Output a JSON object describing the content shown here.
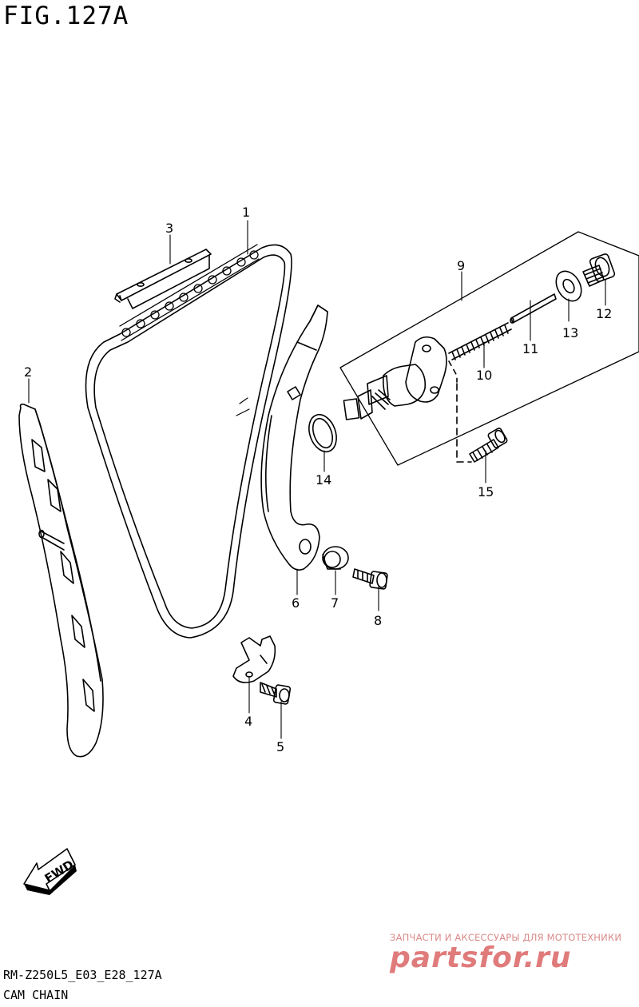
{
  "figure": {
    "title": "FIG.127A"
  },
  "footer": {
    "code": "RM-Z250L5_E03_E28_127A",
    "name": "CAM CHAIN"
  },
  "watermark": {
    "tagline": "ЗАПЧАСТИ И АКСЕССУАРЫ ДЛЯ МОТОТЕХНИКИ",
    "logo": "partsfor.ru"
  },
  "direction_badge": {
    "label": "FWD"
  },
  "callouts": [
    "1",
    "2",
    "3",
    "4",
    "5",
    "6",
    "7",
    "8",
    "9",
    "10",
    "11",
    "12",
    "13",
    "14",
    "15"
  ]
}
